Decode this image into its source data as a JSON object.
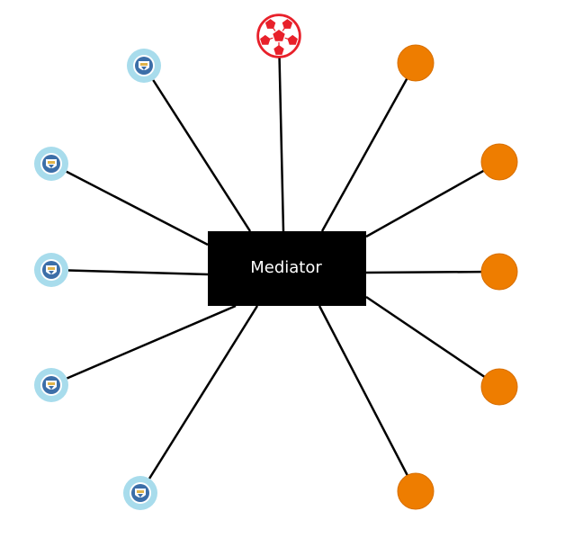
{
  "mediator": {
    "label": "Mediator"
  },
  "nodes": [
    {
      "name": "ball-node",
      "kind": "soccer-ball",
      "icon": "soccer-ball-icon"
    },
    {
      "name": "crest-node-1",
      "kind": "crest",
      "icon": "club-crest-icon"
    },
    {
      "name": "crest-node-2",
      "kind": "crest",
      "icon": "club-crest-icon"
    },
    {
      "name": "crest-node-3",
      "kind": "crest",
      "icon": "club-crest-icon"
    },
    {
      "name": "crest-node-4",
      "kind": "crest",
      "icon": "club-crest-icon"
    },
    {
      "name": "crest-node-5",
      "kind": "crest",
      "icon": "club-crest-icon"
    },
    {
      "name": "orange-node-1",
      "kind": "orange",
      "icon": "orange-circle-icon"
    },
    {
      "name": "orange-node-2",
      "kind": "orange",
      "icon": "orange-circle-icon"
    },
    {
      "name": "orange-node-3",
      "kind": "orange",
      "icon": "orange-circle-icon"
    },
    {
      "name": "orange-node-4",
      "kind": "orange",
      "icon": "orange-circle-icon"
    },
    {
      "name": "orange-node-5",
      "kind": "orange",
      "icon": "orange-circle-icon"
    }
  ],
  "colors": {
    "background": "#ffffff",
    "mediator_fill": "#000000",
    "mediator_text": "#ffffff",
    "connector": "#000000",
    "crest_ring": "#a8dcec",
    "crest_core": "#3c6ea8",
    "crest_gold": "#e0b34a",
    "orange_fill": "#ee7d00",
    "ball_red": "#e8202a",
    "ball_white": "#ffffff"
  }
}
